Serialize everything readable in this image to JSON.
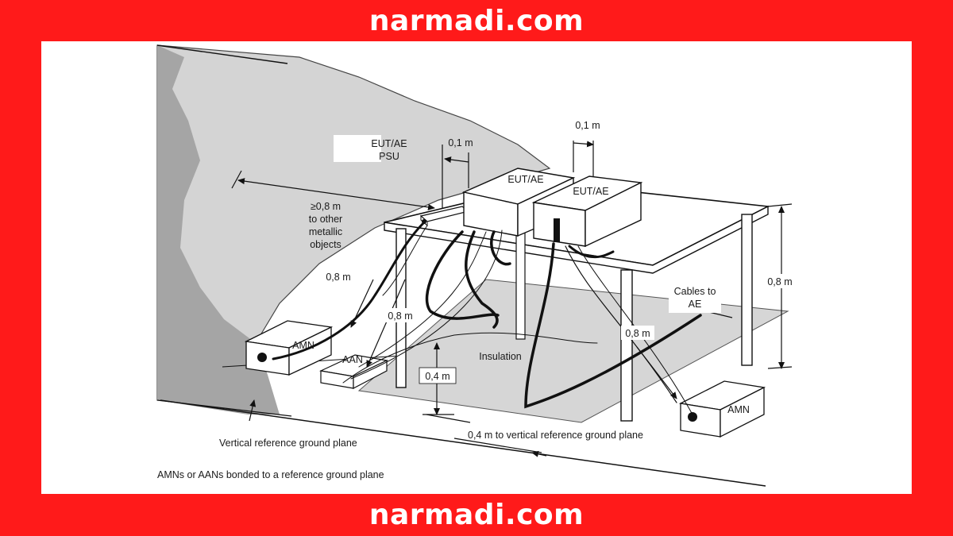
{
  "header": {
    "site": "narmadi.com"
  },
  "footer": {
    "site": "narmadi.com"
  },
  "diagram": {
    "labels": {
      "eut_psu_line1": "EUT/AE",
      "eut_psu_line2": "PSU",
      "gap_psu": "0,1 m",
      "gap_top": "0,1 m",
      "eut1": "EUT/AE",
      "eut2": "EUT/AE",
      "dist_line1": "≥0,8 m",
      "dist_line2": "to other",
      "dist_line3": "metallic",
      "dist_line4": "objects",
      "amn_left_dist": "0,8 m",
      "aan_dist": "0,8 m",
      "amn_right_dist": "0,8 m",
      "table_height": "0,8 m",
      "cables_line1": "Cables to",
      "cables_line2": "AE",
      "insulation": "Insulation",
      "insulation_height": "0,4 m",
      "amn_left": "AMN",
      "aan": "AAN",
      "amn_right": "AMN",
      "vertical_plane_dist": "0,4 m to vertical reference ground plane",
      "vertical_plane": "Vertical reference ground plane",
      "caption": "AMNs or AANs bonded to a reference ground plane"
    }
  }
}
